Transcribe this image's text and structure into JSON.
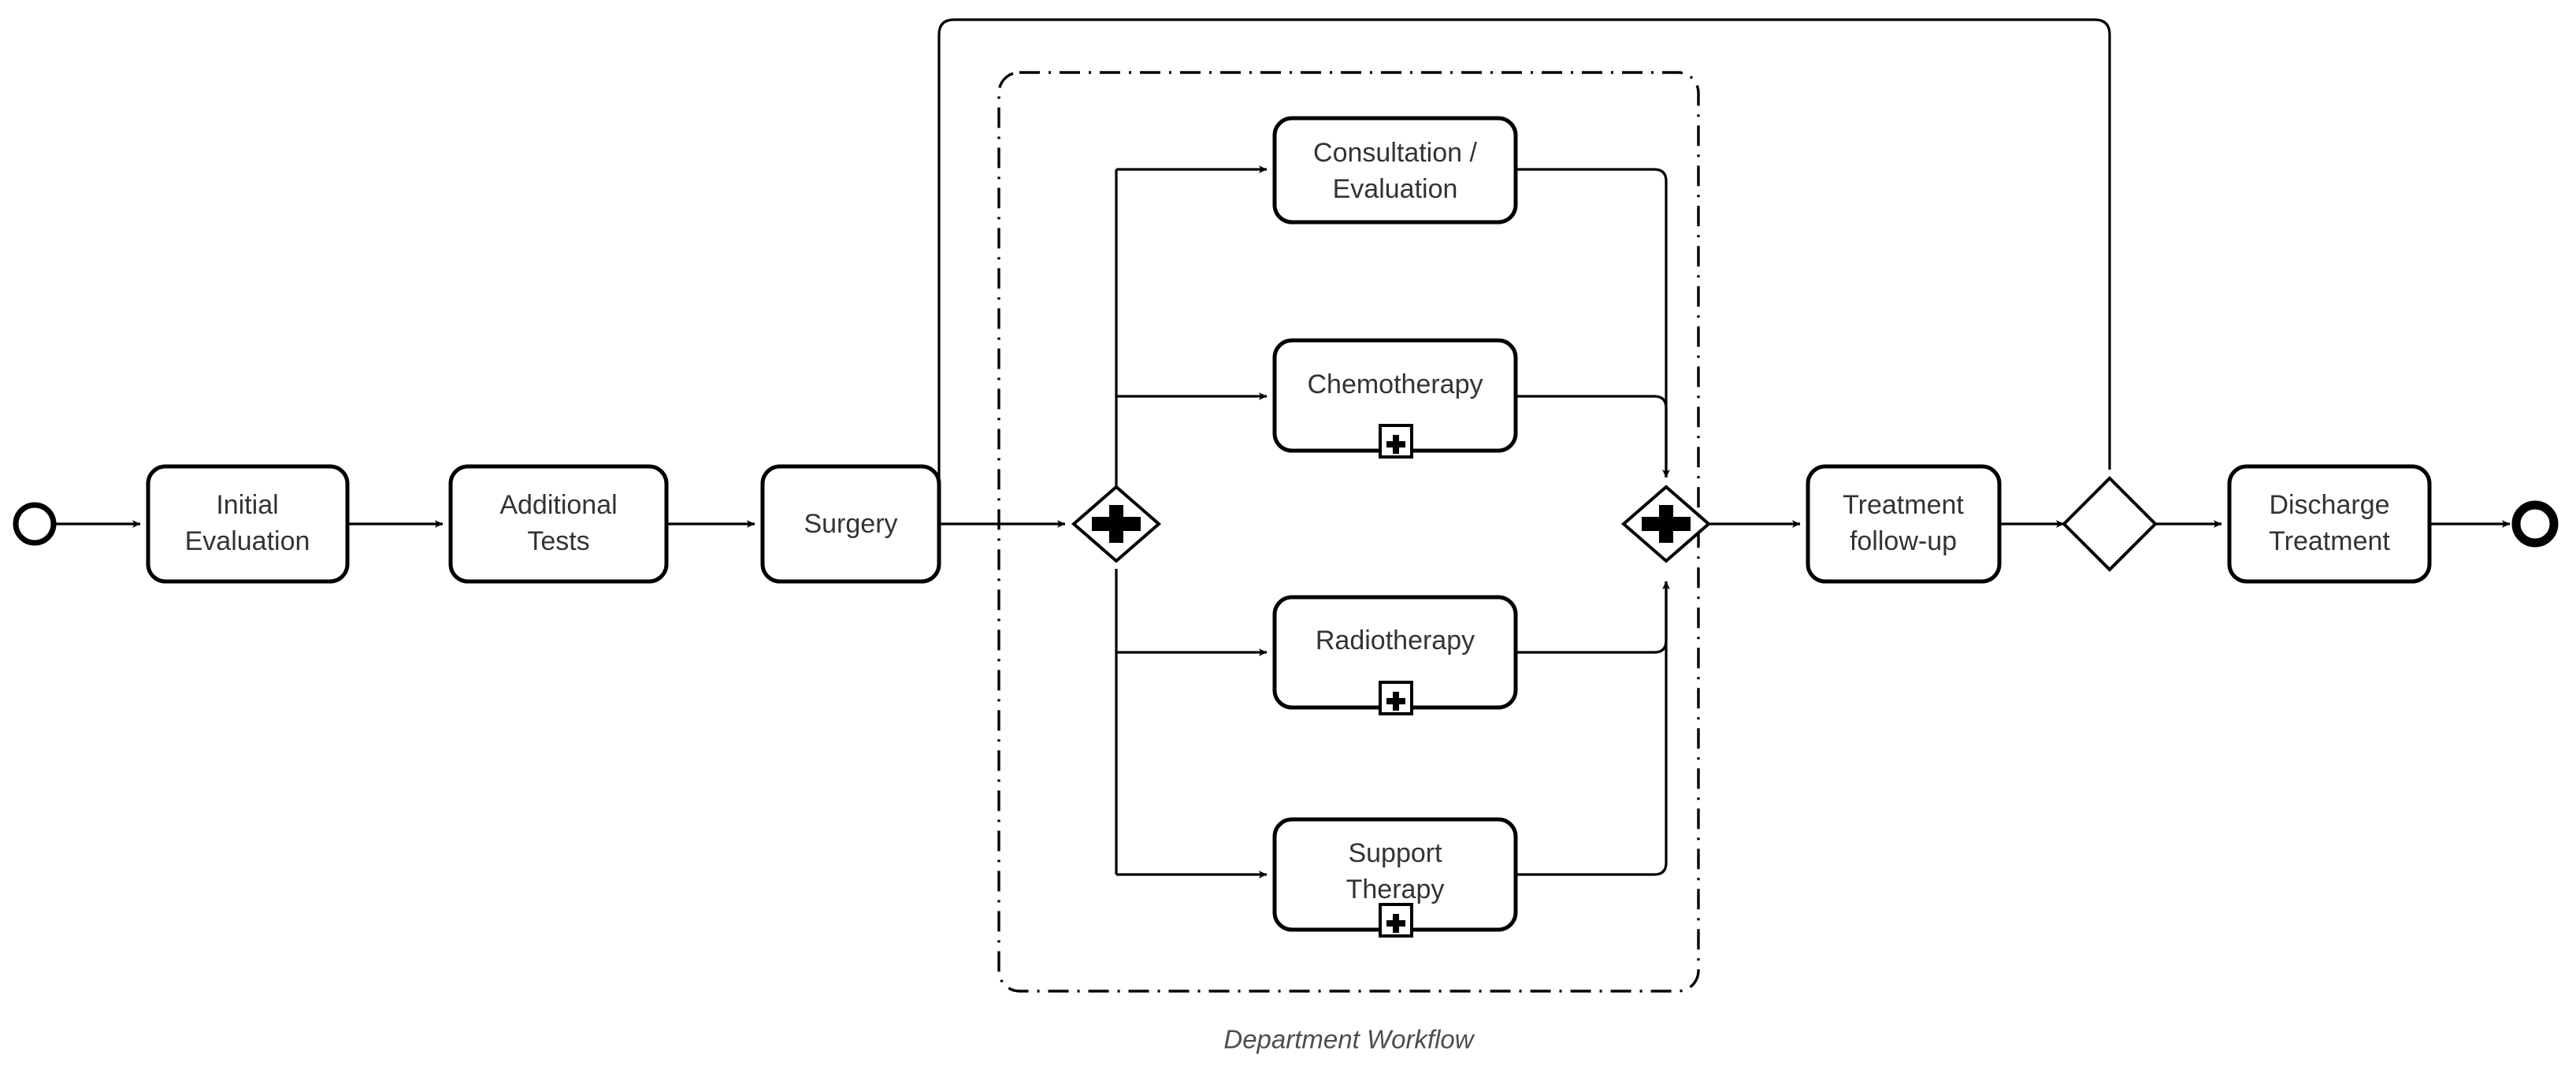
{
  "diagram": {
    "type": "bpmn-process-diagram",
    "caption": "Department Workflow",
    "colors": {
      "stroke": "#000000",
      "fill": "#ffffff",
      "text": "#333333",
      "caption_text": "#4d4d4d"
    }
  },
  "events": {
    "start": {
      "name": "start-event",
      "label": ""
    },
    "end": {
      "name": "end-event",
      "label": ""
    }
  },
  "tasks": {
    "initial_evaluation": {
      "line1": "Initial",
      "line2": "Evaluation",
      "marker": "none"
    },
    "additional_tests": {
      "line1": "Additional",
      "line2": "Tests",
      "marker": "none"
    },
    "surgery": {
      "line1": "Surgery",
      "line2": "",
      "marker": "none"
    },
    "consultation": {
      "line1": "Consultation /",
      "line2": "Evaluation",
      "marker": "none"
    },
    "chemotherapy": {
      "line1": "Chemotherapy",
      "line2": "",
      "marker": "subprocess-plus"
    },
    "radiotherapy": {
      "line1": "Radiotherapy",
      "line2": "",
      "marker": "subprocess-plus"
    },
    "support_therapy": {
      "line1": "Support",
      "line2": "Therapy",
      "marker": "subprocess-plus"
    },
    "treatment_followup": {
      "line1": "Treatment",
      "line2": "follow-up",
      "marker": "none"
    },
    "discharge_treatment": {
      "line1": "Discharge",
      "line2": "Treatment",
      "marker": "none"
    }
  },
  "gateways": {
    "parallel_split": {
      "kind": "parallel",
      "symbol": "plus"
    },
    "parallel_join": {
      "kind": "parallel",
      "symbol": "plus"
    },
    "exclusive_decision": {
      "kind": "exclusive",
      "symbol": "none"
    }
  },
  "subprocess_group": {
    "label": "Department Workflow",
    "border_style": "dash-dot"
  }
}
